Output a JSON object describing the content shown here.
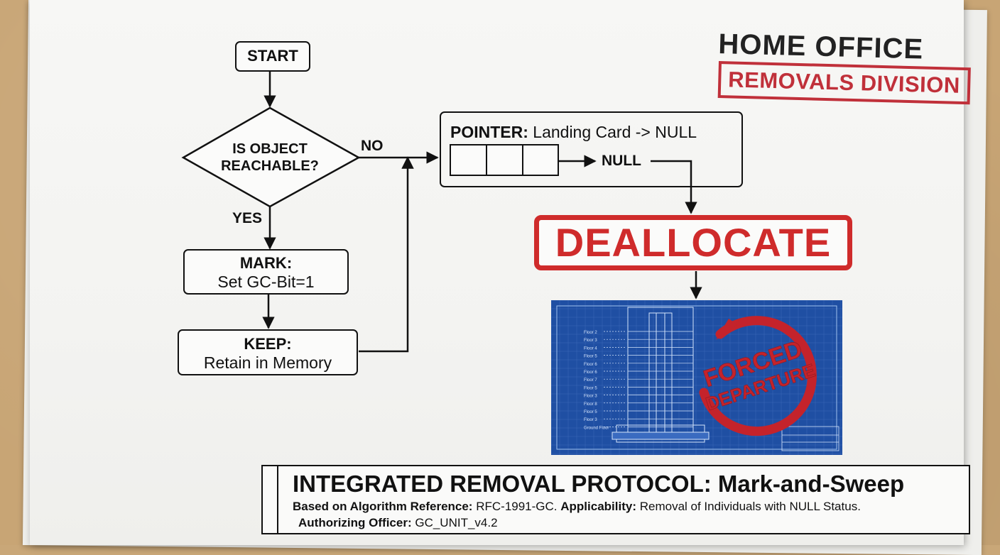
{
  "header": {
    "title": "HOME OFFICE",
    "division": "REMOVALS DIVISION"
  },
  "flow": {
    "start": "START",
    "decision_line1": "IS OBJECT",
    "decision_line2": "REACHABLE?",
    "no_label": "NO",
    "yes_label": "YES",
    "mark_label": "MARK:",
    "mark_text": "Set GC-Bit=1",
    "keep_label": "KEEP:",
    "keep_text": "Retain in Memory",
    "pointer_label": "POINTER:",
    "pointer_text": "Landing Card -> NULL",
    "null_label": "NULL",
    "deallocate": "DEALLOCATE"
  },
  "blueprint": {
    "floors": [
      "Floor 2",
      "Floor 3",
      "Floor 4",
      "Floor 5",
      "Floor 6",
      "Floor 6",
      "Floor 7",
      "Floor 5",
      "Floor 3",
      "Floor 8",
      "Floor 5",
      "Floor 3",
      "Ground Floor"
    ],
    "stamp_line1": "FORCED",
    "stamp_line2": "DEPARTURE",
    "colors": {
      "blueprint": "#1f4fa3",
      "stamp": "#c4232b"
    }
  },
  "protocol": {
    "title": "INTEGRATED REMOVAL PROTOCOL: Mark-and-Sweep",
    "ref_label": "Based on Algorithm Reference:",
    "ref_value": "RFC-1991-GC.",
    "applicability_label": "Applicability:",
    "applicability_value": "Removal of Individuals with NULL Status.",
    "officer_label": "Authorizing Officer:",
    "officer_value": "GC_UNIT_v4.2"
  }
}
